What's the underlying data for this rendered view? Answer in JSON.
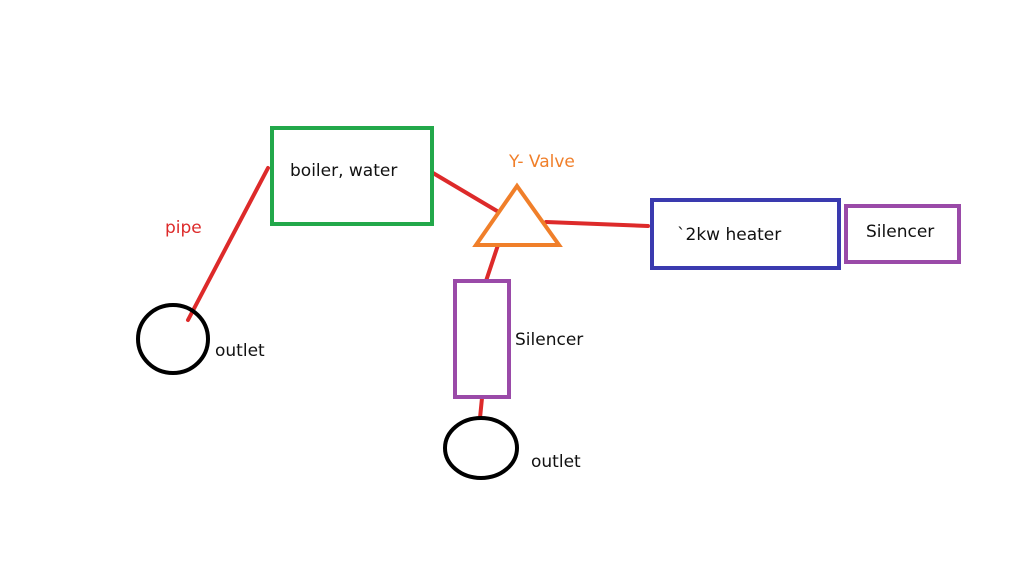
{
  "labels": {
    "boiler": "boiler, water",
    "y_valve": "Y- Valve",
    "heater": "`2kw heater",
    "silencer_right": "Silencer",
    "silencer_bottom": "Silencer",
    "pipe": "pipe",
    "outlet_left": "outlet",
    "outlet_bottom": "outlet"
  },
  "colors": {
    "pipe": "#dd2a2a",
    "boiler": "#22a84a",
    "valve": "#f07f2a",
    "heater": "#3a3aaf",
    "silencer": "#9a4aa8",
    "outlet": "#000000",
    "text": "#111111"
  }
}
